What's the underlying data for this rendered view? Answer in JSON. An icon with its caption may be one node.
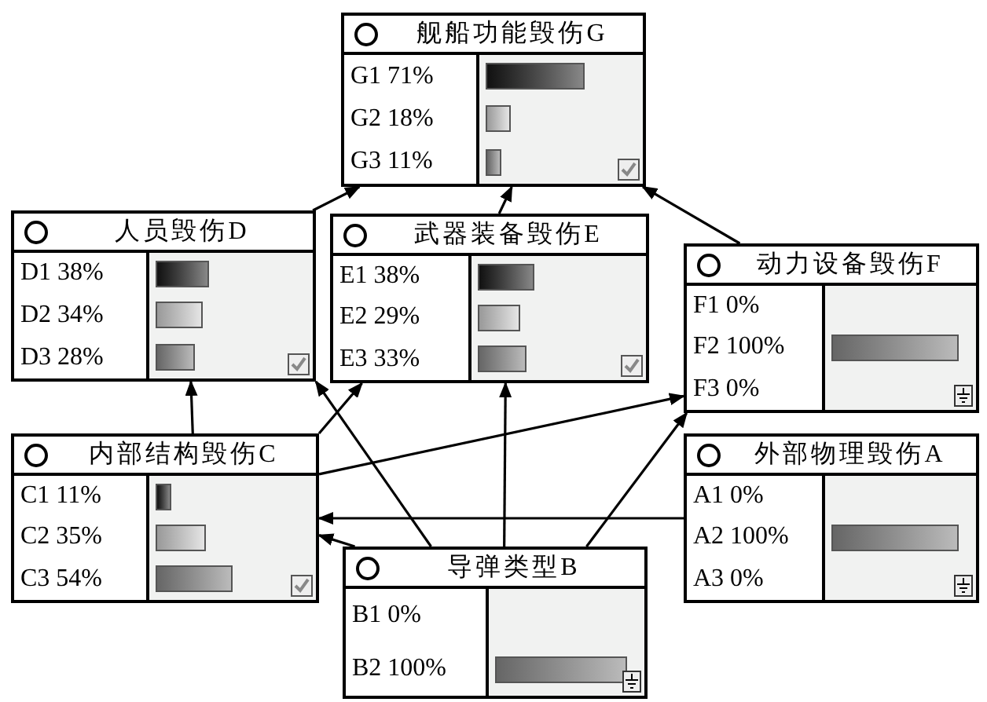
{
  "diagram": {
    "nodes": [
      {
        "text": [
          "舰船功能毁伤G",
          "G1 71%",
          "G2 18%",
          "G3 11%"
        ]
      },
      {
        "text": [
          "人员毁伤D",
          "D1 38%",
          "D2 34%",
          "D3 28%"
        ]
      },
      {
        "text": [
          "武器装备毁伤E",
          "E1 38%",
          "E2 29%",
          "E3 33%"
        ]
      },
      {
        "text": [
          "动力设备毁伤F",
          "F1 0%",
          "F2 100%",
          "F3 0%"
        ]
      },
      {
        "text": [
          "内部结构毁伤C",
          "C1 11%",
          "C2 35%",
          "C3 54%"
        ]
      },
      {
        "text": [
          "外部物理毁伤A",
          "A1 0%",
          "A2 100%",
          "A3 0%"
        ]
      },
      {
        "text": [
          "导弹类型B",
          "B1 0%",
          "B2 100%"
        ]
      }
    ],
    "edges": [
      {
        "from": 1,
        "to": 0,
        "arrow": "to"
      },
      {
        "from": 2,
        "to": 0,
        "arrow": "to"
      },
      {
        "from": 3,
        "to": 0,
        "arrow": "to"
      },
      {
        "from": 4,
        "to": 1,
        "arrow": "to"
      },
      {
        "from": 4,
        "to": 2,
        "arrow": "to"
      },
      {
        "from": 4,
        "to": 3,
        "arrow": "to"
      },
      {
        "from": 6,
        "to": 1,
        "arrow": "to"
      },
      {
        "from": 6,
        "to": 2,
        "arrow": "to"
      },
      {
        "from": 6,
        "to": 3,
        "arrow": "to"
      },
      {
        "from": 5,
        "to": 4,
        "arrow": "to"
      },
      {
        "from": 6,
        "to": 4,
        "arrow": "to"
      }
    ]
  }
}
